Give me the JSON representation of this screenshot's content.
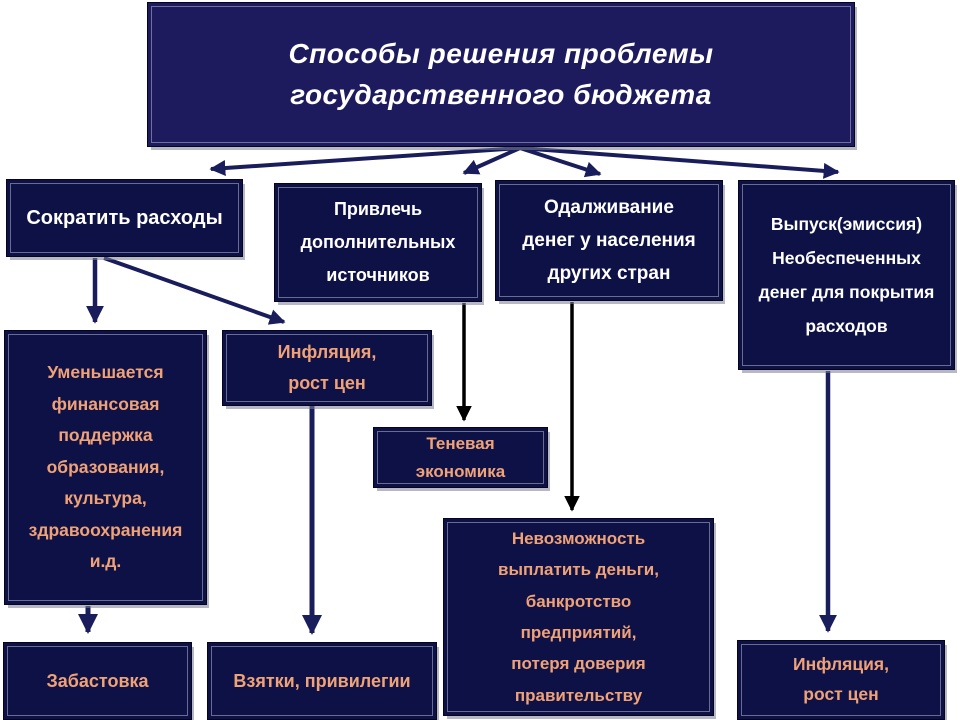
{
  "slide": {
    "kind": "flowchart-slide",
    "language": "ru"
  },
  "colors": {
    "background": "#FFFFFF",
    "title_fill": "#1D1B5E",
    "box_fill": "#0E1146",
    "box_border": "#05061E",
    "inner_outline": "#B0B8CE",
    "white_text": "#FFFFFF",
    "orange_text": "#F0A277",
    "arrow_navy": "#1A1D5C",
    "arrow_black": "#000000"
  },
  "nodes": {
    "title": {
      "label": "Способы решения  проблемы\nгосударственного бюджета"
    },
    "cut_expenses": {
      "label": "Сократить расходы"
    },
    "attract_sources": {
      "label": "Привлечь\nдополнительных\nисточников"
    },
    "borrowing": {
      "label": "Одалживание\nденег у населения\nдругих стран"
    },
    "emission": {
      "label": "Выпуск(эмиссия)\nНеобеспеченных\nденег для покрытия\nрасходов"
    },
    "reduced_support": {
      "label": "Уменьшается\nфинансовая\nподдержка\nобразования,\nкультура,\nздравоохранения\nи.д."
    },
    "inflation_top": {
      "label": "Инфляция,\nрост цен"
    },
    "shadow_economy": {
      "label": "Теневая\nэкономика"
    },
    "default_consequences": {
      "label": "Невозможность\nвыплатить деньги,\nбанкротство\nпредприятий,\nпотеря  доверия\nправительству"
    },
    "strike": {
      "label": "Забастовка"
    },
    "bribes": {
      "label": "Взятки, привилегии"
    },
    "inflation_bottom": {
      "label": "Инфляция,\nрост цен"
    }
  }
}
